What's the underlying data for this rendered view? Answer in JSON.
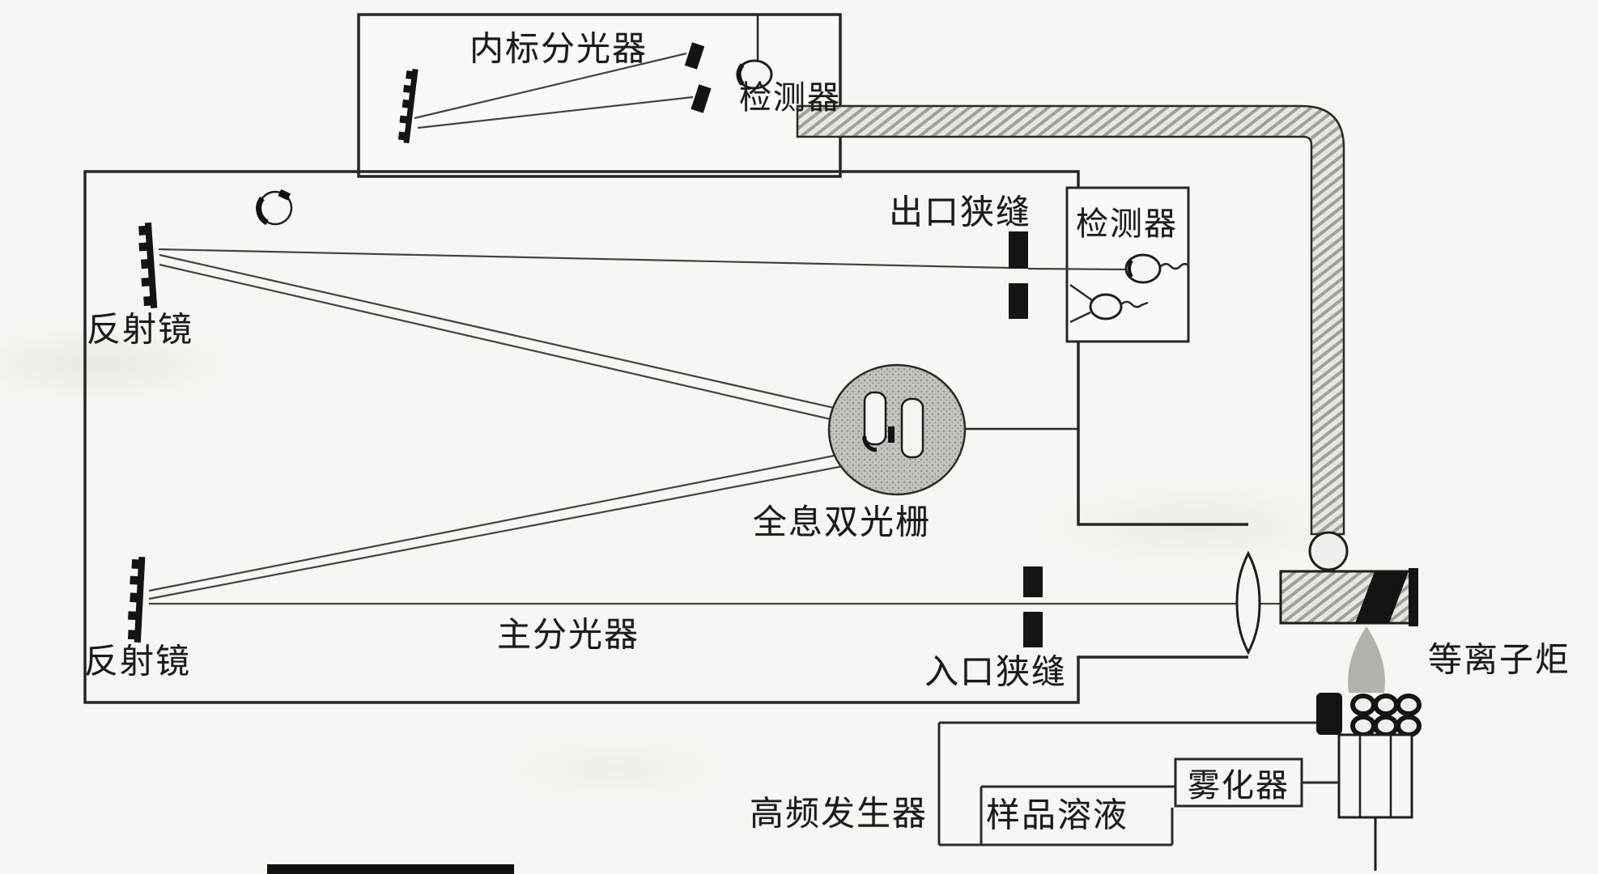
{
  "diagram": {
    "labels": {
      "internal_standard_spectrometer": "内标分光器",
      "detector_top": "检测器",
      "detector_right": "检测器",
      "exit_slit": "出口狭缝",
      "mirror_upper": "反射镜",
      "mirror_lower": "反射镜",
      "holographic_double_grating": "全息双光栅",
      "main_spectrometer": "主分光器",
      "entrance_slit": "入口狭缝",
      "plasma_torch": "等离子炬",
      "hf_generator": "高频发生器",
      "sample_solution": "样品溶液",
      "nebulizer": "雾化器"
    },
    "colors": {
      "paper": "#f8f6f2",
      "line": "#2a2a28",
      "ink": "#141414",
      "beam": "#45433f",
      "pipe_fill": "#e8e6e1",
      "pipe_hatch": "#a39f99",
      "grating_fill": "#c4c2bd",
      "flame": "#b4b2ad"
    }
  }
}
